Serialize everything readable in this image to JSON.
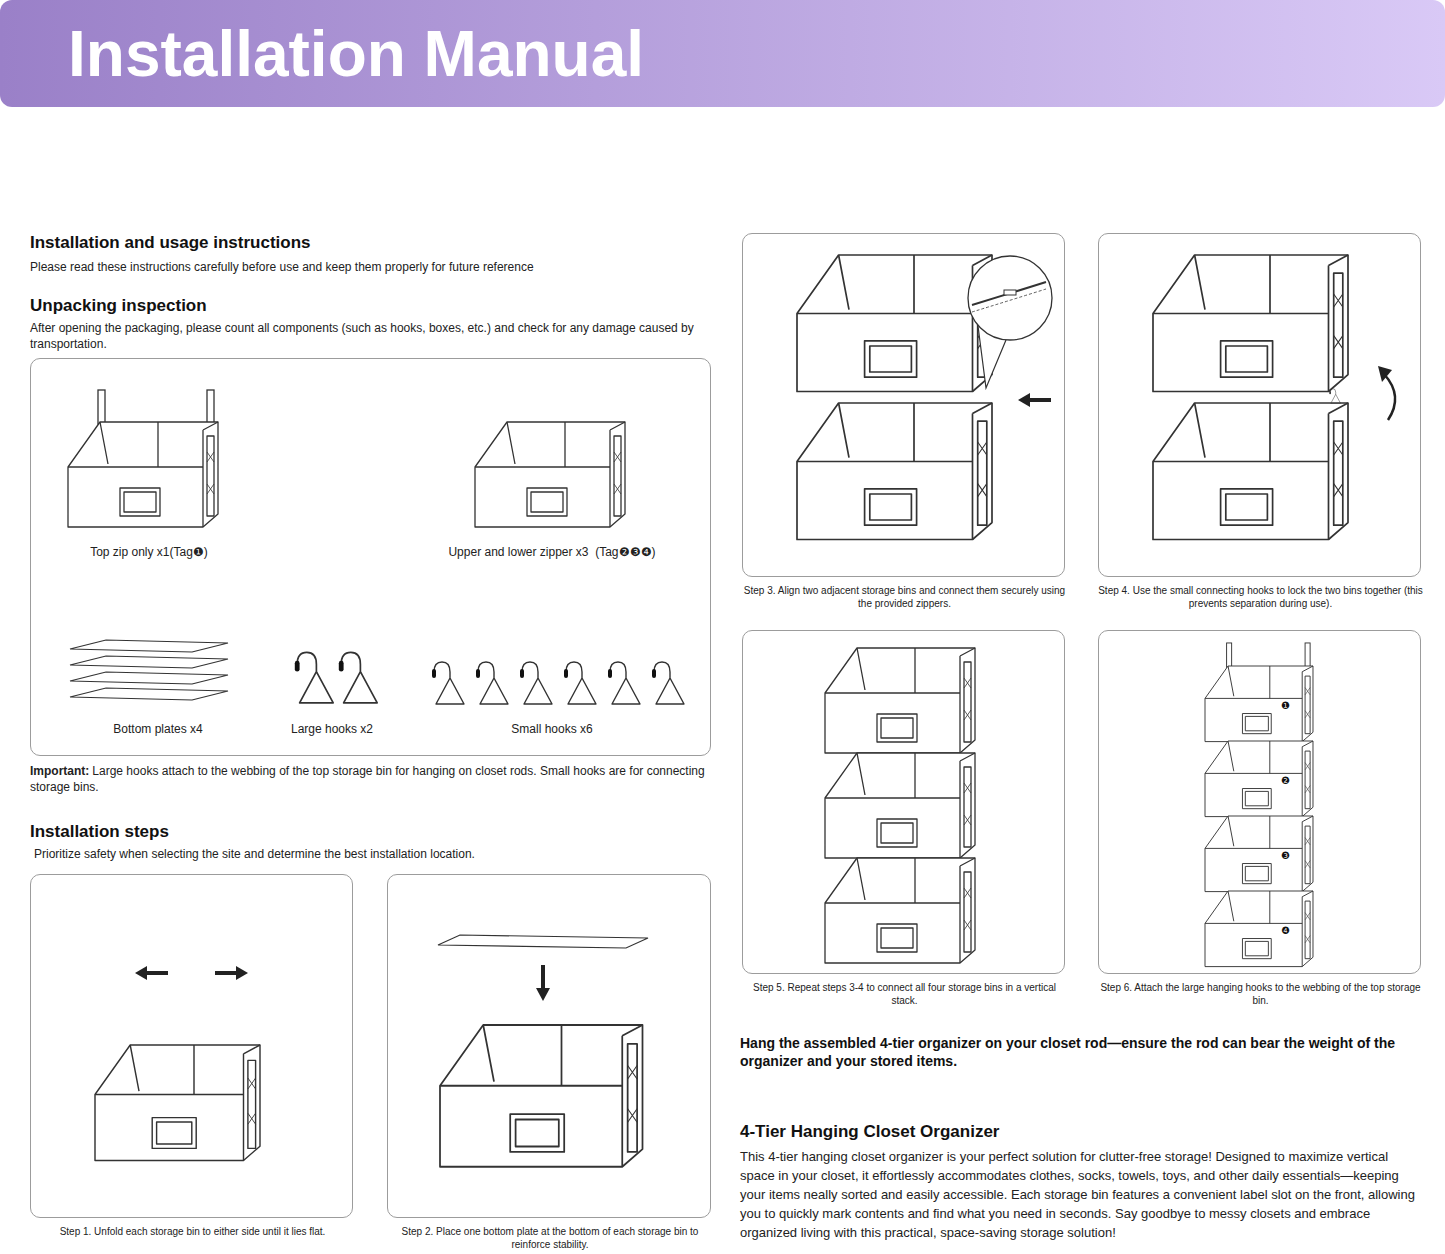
{
  "diagram": {
    "title": "Installation Manual",
    "nodes": [
      {
        "text": [
          "Top zip only x1(Tag❶)",
          "Upper and lower zipper x3  (Tag❷❸❹)",
          "Bottom plates x4",
          "Large hooks x2",
          "Small hooks x6"
        ]
      },
      {
        "text": [
          "Step 1. Unfold each storage bin to either side until it lies flat."
        ]
      },
      {
        "text": [
          "Step 2. Place one bottom plate at the bottom of each storage bin to reinforce stability."
        ]
      },
      {
        "text": [
          "Step 3. Align two adjacent storage bins and connect them securely using the provided zippers."
        ]
      },
      {
        "text": [
          "Step 4. Use the small connecting hooks to lock the two bins together (this prevents separation during use)."
        ]
      },
      {
        "text": [
          "Step 5. Repeat steps 3-4 to connect all four storage bins in a vertical stack."
        ]
      },
      {
        "text": [
          "Step 6. Attach the large hanging hooks to the webbing of the top storage bin."
        ]
      }
    ],
    "labels": [
      "Installation and usage instructions",
      "Please read these instructions carefully before use and keep them properly for future reference",
      "Unpacking inspection",
      "After opening the packaging, please count all components (such as hooks, boxes, etc.) and check for any damage caused by transportation.",
      "Important:",
      "Large hooks attach to the webbing of the top storage bin for hanging on closet rods. Small hooks are for connecting storage bins.",
      "Installation steps",
      "Prioritize safety when selecting the site and determine the best installation location.",
      "❶",
      "❷",
      "❸",
      "❹",
      "Hang the assembled 4-tier organizer on your closet rod—ensure the rod can bear the weight of the organizer and your stored items.",
      "4-Tier Hanging Closet Organizer",
      "This 4-tier hanging closet organizer is your perfect solution for clutter-free storage! Designed to maximize vertical space in your closet, it effortlessly accommodates clothes, socks, towels, toys, and other daily essentials—keeping your items neally sorted and easily accessible. Each storage bin features a convenient label slot on the front, allowing you to quickly mark contents and find what you need in seconds. Say goodbye to messy closets and embrace organized living with this practical, space-saving storage solution!"
    ]
  }
}
